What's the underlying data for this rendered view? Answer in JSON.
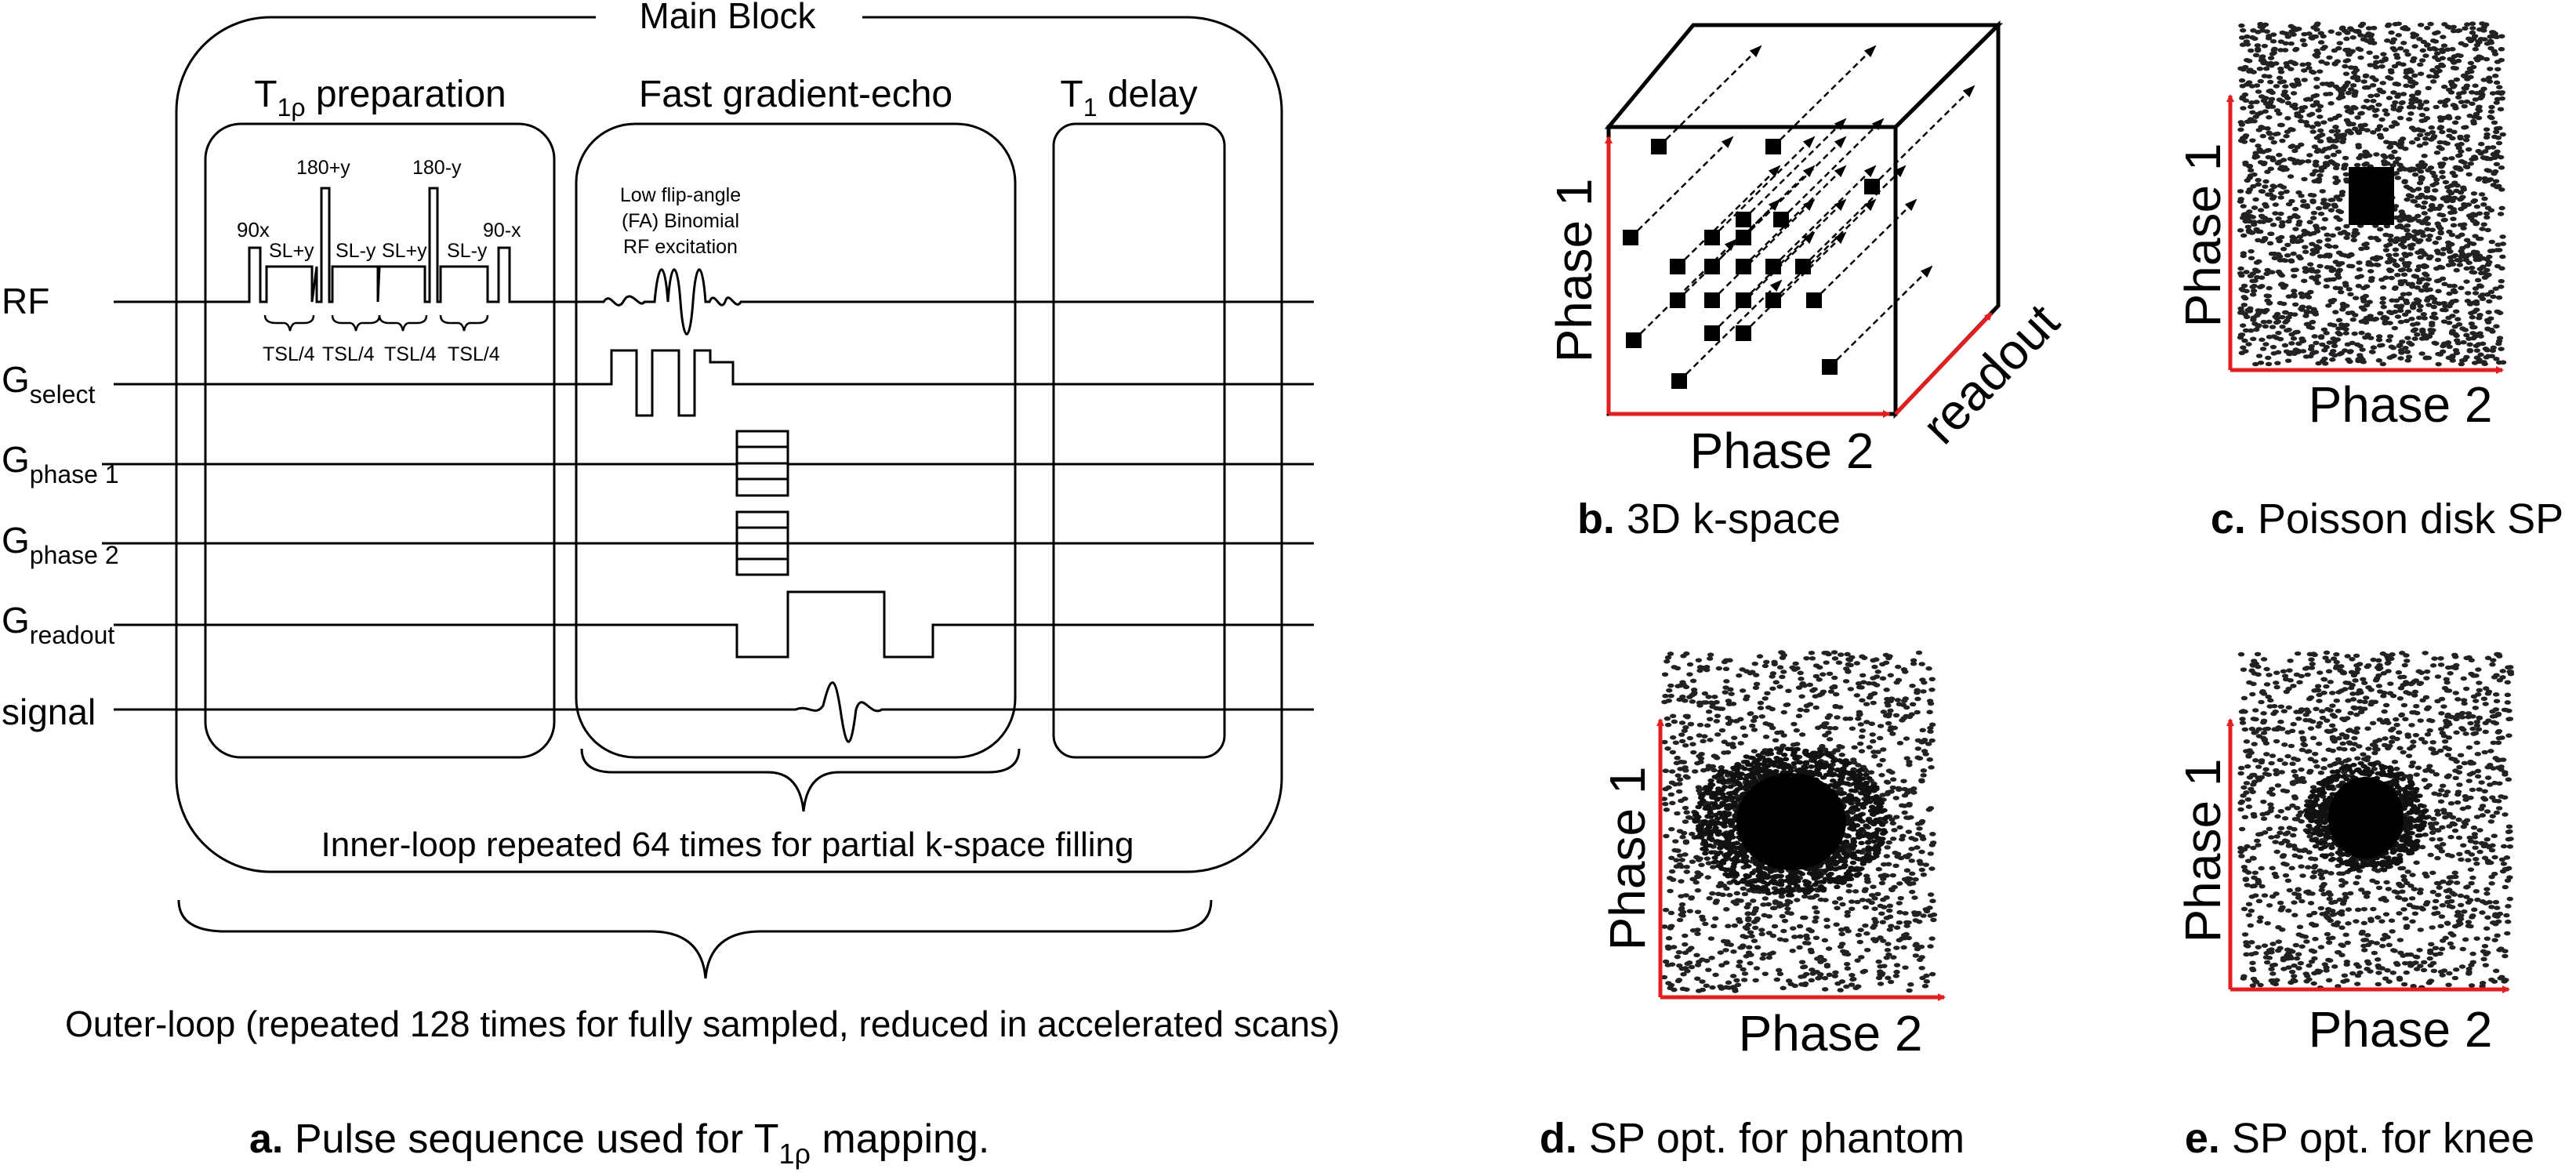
{
  "panel_a": {
    "main_block": "Main Block",
    "sections": {
      "prep_main": "T",
      "prep_sub": "1ρ",
      "prep_rest": " preparation",
      "fge": "Fast gradient-echo",
      "delay_main": "T",
      "delay_sub": "1",
      "delay_rest": " delay"
    },
    "pulses": {
      "p90x": "90x",
      "p90mx": "90-x",
      "p180py": "180+y",
      "p180my": "180-y",
      "sl1": "SL+y",
      "sl2": "SL-y",
      "sl3": "SL+y",
      "sl4": "SL-y",
      "tsl": "TSL/4"
    },
    "excitation": [
      "Low flip-angle",
      "(FA) Binomial",
      "RF excitation"
    ],
    "channels": {
      "rf": "RF",
      "gselect_main": "G",
      "gselect_sub": "select",
      "gphase1_main": "G",
      "gphase1_sub": "phase 1",
      "gphase2_main": "G",
      "gphase2_sub": "phase 2",
      "greadout_main": "G",
      "greadout_sub": "readout",
      "signal": "signal"
    },
    "inner_loop": "Inner-loop repeated 64 times for partial k-space filling",
    "outer_loop": "Outer-loop (repeated 128 times for fully sampled, reduced in accelerated scans)",
    "caption_bold": "a.",
    "caption_text": " Pulse sequence used for T",
    "caption_sub": "1ρ",
    "caption_end": " mapping."
  },
  "panel_b": {
    "phase1": "Phase 1",
    "phase2": "Phase 2",
    "readout": "readout",
    "caption_bold": "b.",
    "caption_text": " 3D k-space"
  },
  "panel_c": {
    "phase1": "Phase 1",
    "phase2": "Phase 2",
    "caption_bold": "c.",
    "caption_text": " Poisson disk SP"
  },
  "panel_d": {
    "phase1": "Phase 1",
    "phase2": "Phase 2",
    "caption_bold": "d.",
    "caption_text": " SP opt. for phantom"
  },
  "panel_e": {
    "phase1": "Phase 1",
    "phase2": "Phase 2",
    "caption_bold": "e.",
    "caption_text": " SP opt. for knee"
  },
  "colors": {
    "ink": "#000000",
    "axis": "#e31e1e"
  }
}
